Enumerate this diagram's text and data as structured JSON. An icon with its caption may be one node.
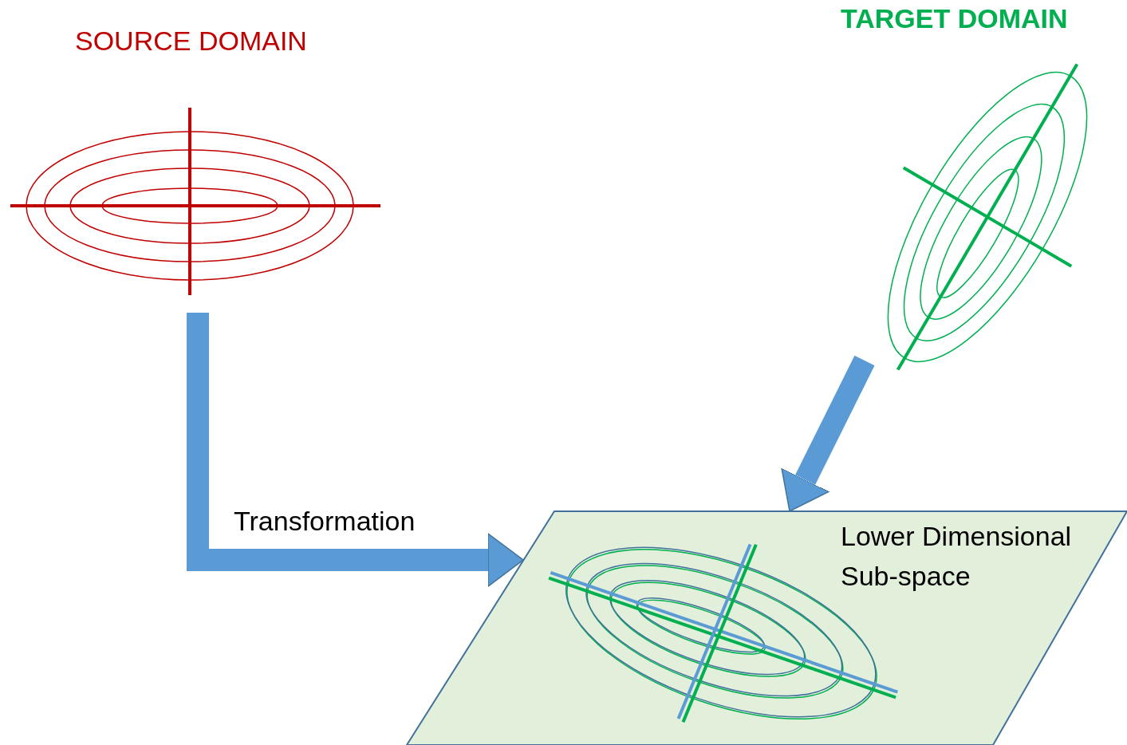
{
  "diagram": {
    "nodes": [
      {
        "text": [
          "SOURCE DOMAIN"
        ]
      },
      {
        "text": [
          "TARGET DOMAIN"
        ]
      },
      {
        "text": [
          "Lower Dimensional Sub-space"
        ]
      }
    ],
    "edges": [
      {
        "from": 0,
        "to": 2,
        "arrow": "to",
        "label": "Transformation"
      },
      {
        "from": 1,
        "to": 2,
        "arrow": "to"
      }
    ]
  }
}
